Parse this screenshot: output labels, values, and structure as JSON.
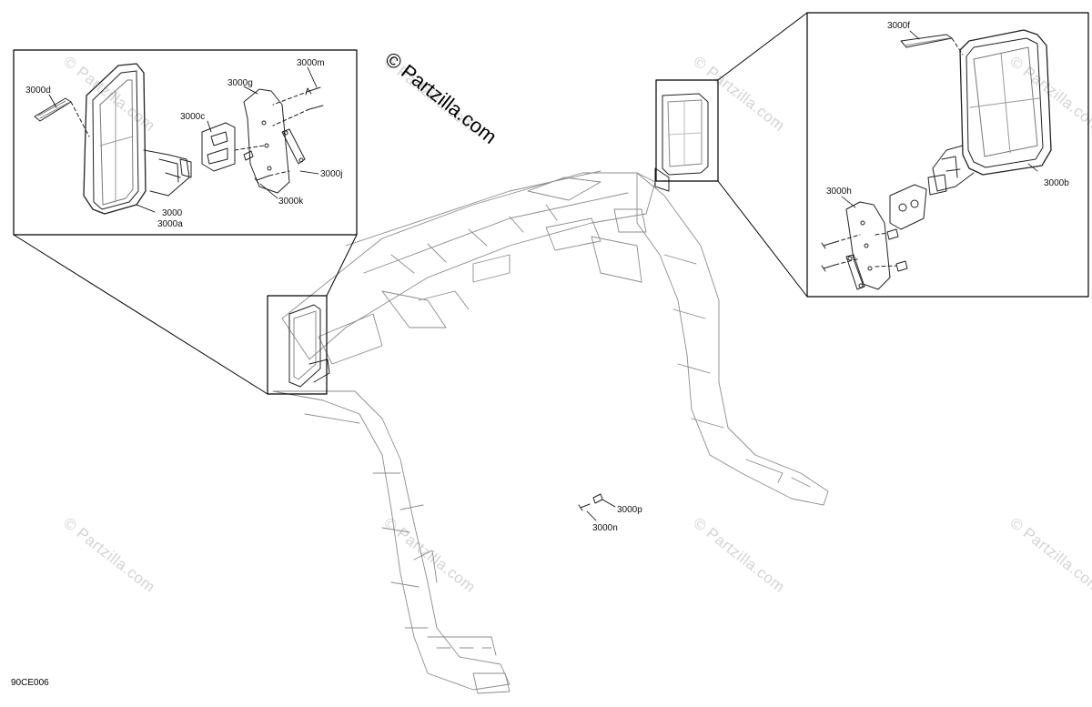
{
  "watermark": {
    "main": "© Partzilla.com",
    "faint": "© Partzilla.com"
  },
  "diagram_code": "90CE006",
  "left_inset": {
    "labels": {
      "l3000d": "3000d",
      "l3000g": "3000g",
      "l3000m": "3000m",
      "l3000c": "3000c",
      "l3000j": "3000j",
      "l3000k": "3000k",
      "l3000": "3000",
      "l3000a": "3000a"
    }
  },
  "right_inset": {
    "labels": {
      "l3000f": "3000f",
      "l3000b": "3000b",
      "l3000h": "3000h"
    }
  },
  "main_view": {
    "labels": {
      "l3000p": "3000p",
      "l3000n": "3000n"
    }
  },
  "colors": {
    "line": "#222222",
    "light_line": "#9a9a9a",
    "watermark": "#d4d4d4"
  }
}
